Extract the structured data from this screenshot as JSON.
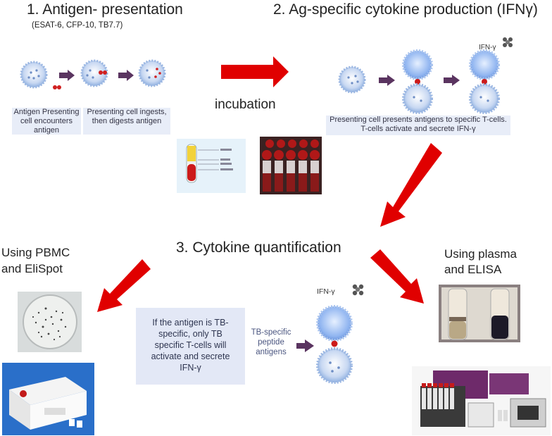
{
  "step1": {
    "title": "1. Antigen- presentation",
    "subtitle": "(ESAT-6, CFP-10, TB7.7)",
    "caption_a": "Antigen Presenting cell encounters antigen",
    "caption_b": "Presenting cell ingests, then digests antigen"
  },
  "step2": {
    "title": "2. Ag-specific cytokine production (IFNγ)",
    "ifn_label": "IFN-γ",
    "caption": "Presenting cell presents antigens to specific T-cells. T-cells  activate and secrete IFN-γ"
  },
  "incubation_label": "incubation",
  "step3": {
    "title": "3. Cytokine quantification",
    "left_label_line1": "Using PBMC",
    "left_label_line2": "and EliSpot",
    "right_label_line1": "Using plasma",
    "right_label_line2": "and ELISA",
    "box_text": "If the antigen is TB-specific, only TB specific T-cells will activate and secrete IFN-γ",
    "peptide_label": "TB-specific peptide antigens",
    "ifn_label": "IFN-γ"
  },
  "colors": {
    "red_arrow": "#e00000",
    "purple_arrow": "#5a3460",
    "cell_blue": "#b9cff0",
    "caption_bg": "#e8edf8"
  }
}
